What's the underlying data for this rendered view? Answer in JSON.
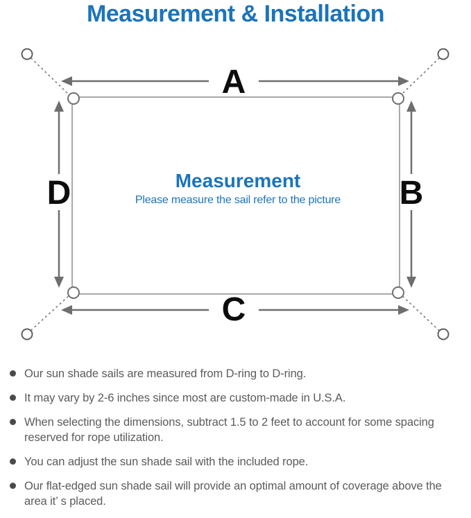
{
  "page": {
    "title": "Measurement & Installation"
  },
  "colors": {
    "accent_blue": "#1b74ba",
    "dimension_line_gray": "#6e6e6e",
    "sail_outline_gray": "#a8a8a8",
    "note_text_gray": "#5b5b5b"
  },
  "diagram": {
    "dimension_labels": {
      "top": "A",
      "right": "B",
      "bottom": "C",
      "left": "D"
    },
    "center_heading": "Measurement",
    "center_note": "Please measure the sail refer to the picture"
  },
  "notes": [
    "Our sun shade sails are measured from D-ring to D-ring.",
    "It may vary by 2-6 inches since most are custom-made in U.S.A.",
    "When selecting the dimensions, subtract 1.5 to 2 feet to account for some spacing reserved for rope utilization.",
    "You can adjust the sun shade sail with the included rope.",
    "Our flat-edged sun shade sail will provide an optimal amount of coverage above the area it’ s placed."
  ]
}
